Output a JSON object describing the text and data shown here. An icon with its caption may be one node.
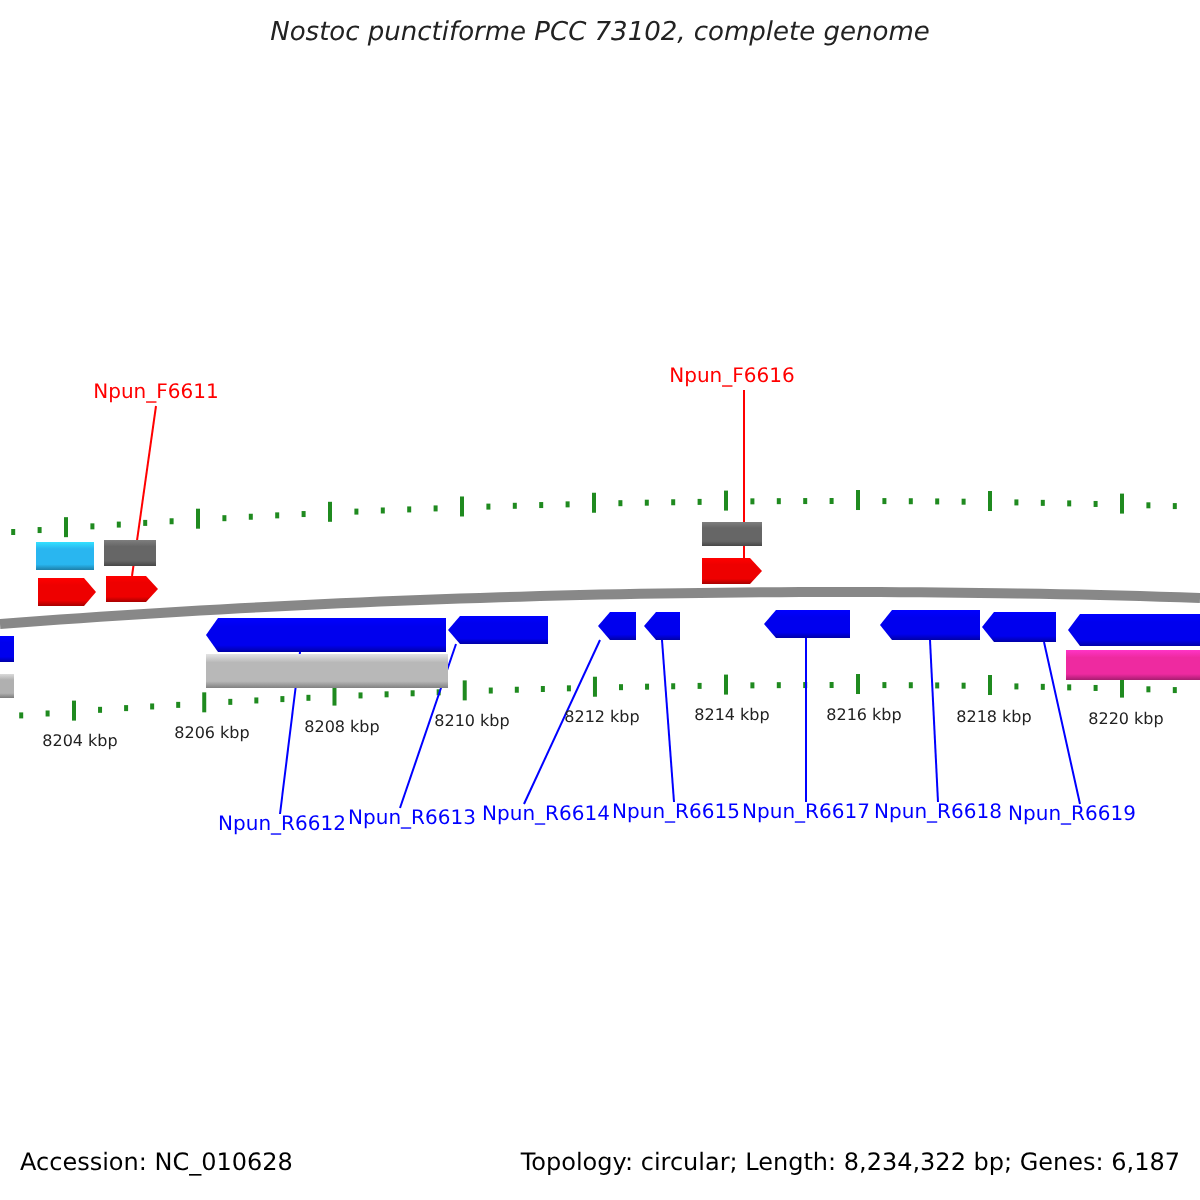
{
  "diagram": {
    "title": "Nostoc punctiforme PCC 73102, complete genome",
    "nodes": [
      {
        "text": [
          "Npun_F6611"
        ]
      },
      {
        "text": [
          "Npun_F6616"
        ]
      },
      {
        "text": [
          "Npun_R6612"
        ]
      },
      {
        "text": [
          "Npun_R6613"
        ]
      },
      {
        "text": [
          "Npun_R6614"
        ]
      },
      {
        "text": [
          "Npun_R6615"
        ]
      },
      {
        "text": [
          "Npun_R6617"
        ]
      },
      {
        "text": [
          "Npun_R6618"
        ]
      },
      {
        "text": [
          "Npun_R6619"
        ]
      },
      {
        "text": [],
        "shape": "bar"
      },
      {
        "text": [],
        "shape": "pentagon"
      },
      {
        "text": [],
        "shape": "bar"
      },
      {
        "text": [],
        "shape": "pentagon"
      },
      {
        "text": [],
        "shape": "bar"
      },
      {
        "text": [],
        "shape": "bar"
      },
      {
        "text": [],
        "shape": "pentagon"
      },
      {
        "text": [],
        "shape": "bar"
      },
      {
        "text": [],
        "shape": "pentagon"
      },
      {
        "text": [],
        "shape": "pentagon"
      },
      {
        "text": [],
        "shape": "pentagon"
      },
      {
        "text": [],
        "shape": "bar"
      },
      {
        "text": [],
        "shape": "pentagon"
      },
      {
        "text": [],
        "shape": "pentagon"
      },
      {
        "text": [],
        "shape": "pentagon"
      },
      {
        "text": [],
        "shape": "pentagon"
      },
      {
        "text": [],
        "shape": "pentagon"
      },
      {
        "text": [],
        "shape": "bar"
      }
    ],
    "edges": [
      {
        "from": 0,
        "to": 12,
        "arrow": "none",
        "color": "#ff0000"
      },
      {
        "from": 1,
        "to": 21,
        "arrow": "none",
        "color": "#ff0000"
      },
      {
        "from": 2,
        "to": 15,
        "arrow": "none"
      },
      {
        "from": 3,
        "to": 17,
        "arrow": "none"
      },
      {
        "from": 4,
        "to": 18,
        "arrow": "none"
      },
      {
        "from": 5,
        "to": 19,
        "arrow": "none"
      },
      {
        "from": 6,
        "to": 22,
        "arrow": "none"
      },
      {
        "from": 7,
        "to": 23,
        "arrow": "none"
      },
      {
        "from": 8,
        "to": 24,
        "arrow": "none"
      }
    ],
    "labels": [
      "8204 kbp",
      "8206 kbp",
      "8208 kbp",
      "8210 kbp",
      "8212 kbp",
      "8214 kbp",
      "8216 kbp",
      "8218 kbp",
      "8220 kbp",
      "Accession: NC_010628",
      "Topology: circular; Length: 8,234,322 bp; Genes: 6,187"
    ]
  }
}
